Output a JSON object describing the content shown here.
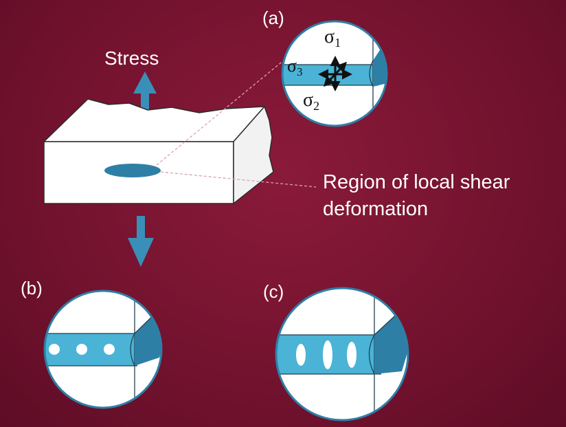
{
  "labels": {
    "stress": "Stress",
    "panel_a": "(a)",
    "panel_b": "(b)",
    "panel_c": "(c)",
    "region_line1": "Region of local shear",
    "region_line2": "deformation"
  },
  "stress_symbols": {
    "sigma": "σ",
    "sub1": "1",
    "sub2": "2",
    "sub3": "3"
  },
  "colors": {
    "background": "#74132f",
    "accent_blue": "#4ab3d6",
    "dark_blue": "#2e7fa6",
    "white": "#ffffff"
  }
}
